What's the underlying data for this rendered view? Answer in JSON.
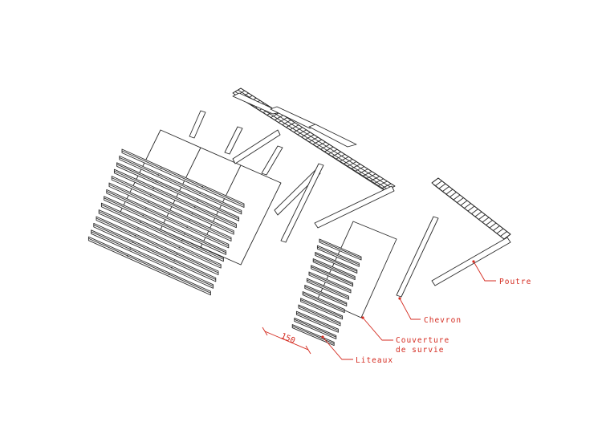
{
  "labels": {
    "poutre": "Poutre",
    "chevron": "Chevron",
    "couverture_line1": "Couverture",
    "couverture_line2": "de survie",
    "liteaux": "Liteaux",
    "dimension": "150"
  },
  "colors": {
    "ink": "#2a2a2a",
    "annotation": "#d42a1f",
    "background": "#ffffff"
  }
}
